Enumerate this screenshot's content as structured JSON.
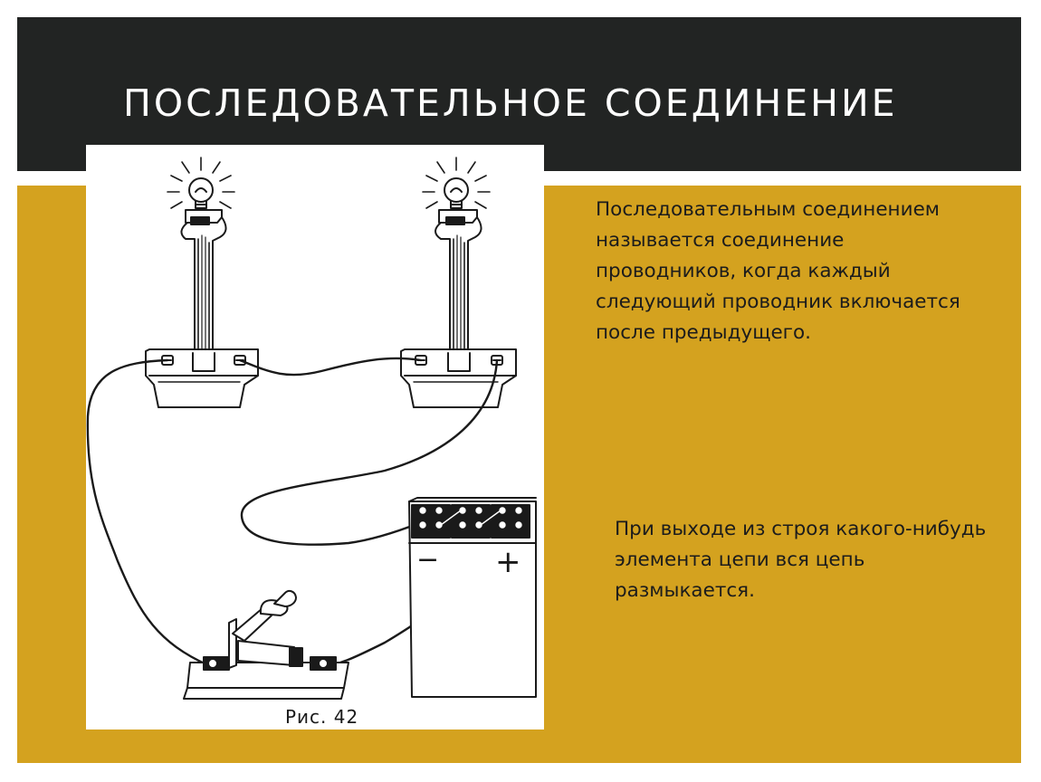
{
  "slide": {
    "title": "ПОСЛЕДОВАТЕЛЬНОЕ СОЕДИНЕНИЕ",
    "definition": "Последовательным соединением называется соединение проводников, когда каждый следующий проводник включается после предыдущего.",
    "note": "При выходе из строя какого-нибудь элемента цепи вся цепь размыкается.",
    "figure": {
      "caption": "Рис. 42",
      "minus_sign": "−",
      "plus_sign": "+"
    },
    "colors": {
      "title_bar": "#222423",
      "accent": "#d4a21f",
      "title_text": "#ffffff",
      "body_text": "#1c1c1c"
    }
  }
}
